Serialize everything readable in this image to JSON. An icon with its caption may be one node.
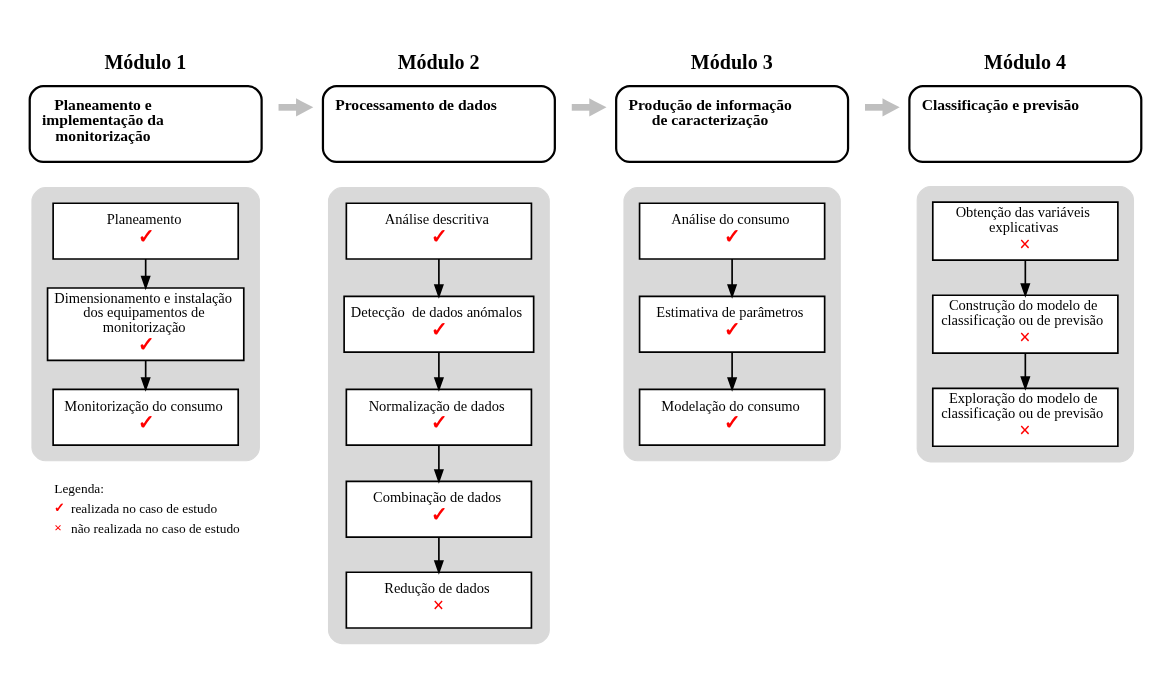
{
  "diagram": {
    "nodes": [
      {
        "text": [
          "Módulo 1",
          "Planeamento e implementação da monitorização"
        ]
      },
      {
        "text": [
          "Módulo 2",
          "Processamento de dados"
        ]
      },
      {
        "text": [
          "Módulo 3",
          "Produção de informação de caracterização"
        ]
      },
      {
        "text": [
          "Módulo 4",
          "Classificação e previsão"
        ]
      },
      {
        "text": [],
        "shape": "box"
      },
      {
        "text": [
          "Planeamento",
          "✓"
        ],
        "in": 4
      },
      {
        "text": [
          "Dimensionamento e instalação dos equipamentos de monitorização",
          "✓"
        ],
        "in": 4
      },
      {
        "text": [
          "Monitorização do consumo",
          "✓"
        ],
        "in": 4
      },
      {
        "text": [],
        "shape": "box"
      },
      {
        "text": [
          "Análise descritiva",
          "✓"
        ],
        "in": 8
      },
      {
        "text": [
          "Detecção  de dados anómalos",
          "✓"
        ],
        "in": 8
      },
      {
        "text": [
          "Normalização de dados",
          "✓"
        ],
        "in": 8
      },
      {
        "text": [
          "Combinação de dados",
          "✓"
        ],
        "in": 8
      },
      {
        "text": [
          "Redução de dados",
          "×"
        ],
        "in": 8
      },
      {
        "text": [],
        "shape": "box"
      },
      {
        "text": [
          "Análise do consumo",
          "✓"
        ],
        "in": 14
      },
      {
        "text": [
          "Estimativa de parâmetros",
          "✓"
        ],
        "in": 14
      },
      {
        "text": [
          "Modelação do consumo",
          "✓"
        ],
        "in": 14
      },
      {
        "text": [],
        "shape": "box"
      },
      {
        "text": [
          "Obtenção das variáveis explicativas",
          "×"
        ],
        "in": 18
      },
      {
        "text": [
          "Construção do modelo de classificação ou de previsão",
          "×"
        ],
        "in": 18
      },
      {
        "text": [
          "Exploração do modelo de classificação ou de previsão",
          "×"
        ],
        "in": 18
      }
    ],
    "edges": [
      {
        "from": 0,
        "to": 1,
        "arrow": "to",
        "style": "thick",
        "color": "#bfbfbf"
      },
      {
        "from": 1,
        "to": 2,
        "arrow": "to",
        "style": "thick",
        "color": "#bfbfbf"
      },
      {
        "from": 2,
        "to": 3,
        "arrow": "to",
        "style": "thick",
        "color": "#bfbfbf"
      },
      {
        "from": 5,
        "to": 6,
        "arrow": "to"
      },
      {
        "from": 6,
        "to": 7,
        "arrow": "to"
      },
      {
        "from": 9,
        "to": 10,
        "arrow": "to"
      },
      {
        "from": 10,
        "to": 11,
        "arrow": "to"
      },
      {
        "from": 11,
        "to": 12,
        "arrow": "to"
      },
      {
        "from": 12,
        "to": 13,
        "arrow": "to"
      },
      {
        "from": 15,
        "to": 16,
        "arrow": "to"
      },
      {
        "from": 16,
        "to": 17,
        "arrow": "to"
      },
      {
        "from": 19,
        "to": 20,
        "arrow": "to"
      },
      {
        "from": 20,
        "to": 21,
        "arrow": "to"
      }
    ],
    "labels": [
      "Legenda:",
      "✓",
      "×"
    ],
    "legend": [
      {
        "text": "realizada no caso de estudo"
      },
      {
        "text": "não realizada no caso de estudo"
      }
    ]
  }
}
